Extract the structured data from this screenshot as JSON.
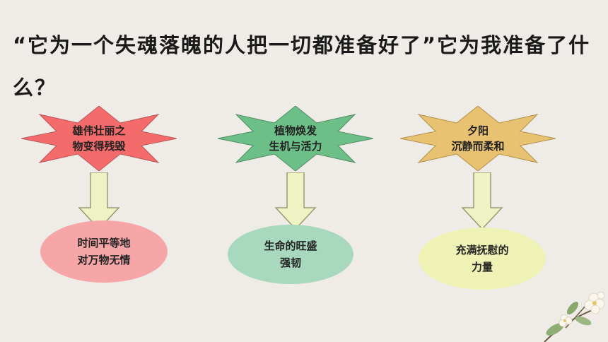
{
  "question": "“它为一个失魂落魄的人把一切都准备好了”它为我准备了什么？",
  "columns": [
    {
      "star_lines": [
        "雄伟壮丽之",
        "物变得残毁"
      ],
      "star_color": "#f36b6b",
      "oval_lines": [
        "时间平等地",
        "对万物无情"
      ],
      "oval_color": "#f7a6a8"
    },
    {
      "star_lines": [
        "植物焕发",
        "生机与活力"
      ],
      "star_color": "#6cbf86",
      "oval_lines": [
        "生命的旺盛",
        "强韧"
      ],
      "oval_color": "#a8d8bd"
    },
    {
      "star_lines": [
        "夕阳",
        "沉静而柔和"
      ],
      "star_color": "#e8c171",
      "oval_lines": [
        "充满抚慰的",
        "力量"
      ],
      "oval_color": "#eef2b4"
    }
  ],
  "arrow_color": "#eef3c4",
  "arrow_border": "#9a9a72"
}
